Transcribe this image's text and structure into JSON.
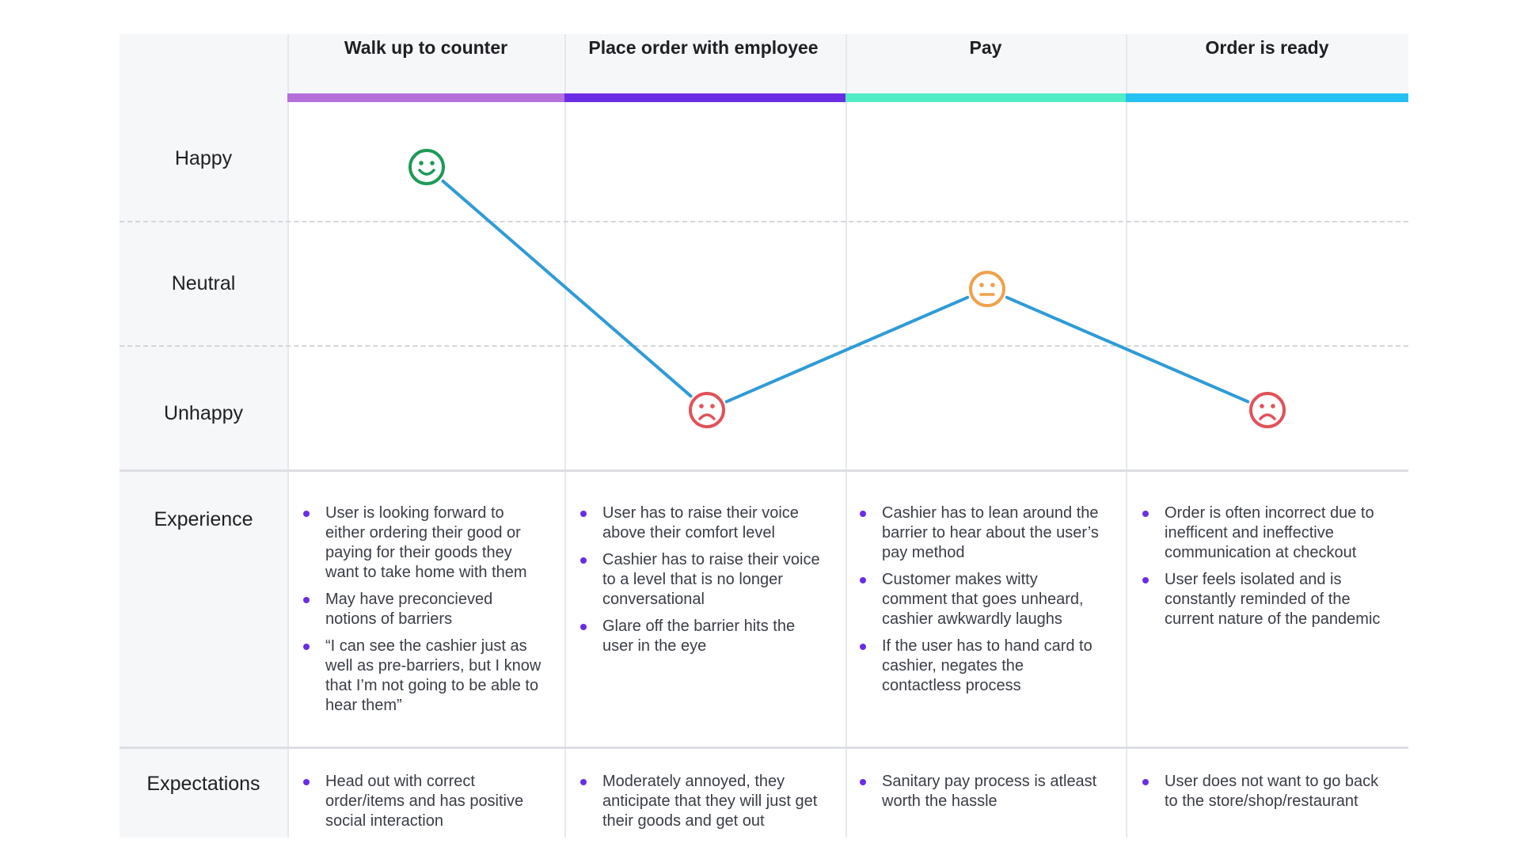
{
  "stages": [
    {
      "title": "Walk up to counter",
      "color": "#b56fdb"
    },
    {
      "title": "Place order with employee",
      "color": "#6b2de4"
    },
    {
      "title": "Pay",
      "color": "#52ecc6"
    },
    {
      "title": "Order is ready",
      "color": "#25c1f3"
    }
  ],
  "emotion_levels": [
    "Happy",
    "Neutral",
    "Unhappy"
  ],
  "chart_data": {
    "type": "line",
    "categories": [
      "Walk up to counter",
      "Place order with employee",
      "Pay",
      "Order is ready"
    ],
    "y_categories": [
      "Unhappy",
      "Neutral",
      "Happy"
    ],
    "values": [
      3,
      1,
      2,
      1
    ],
    "point_icons": [
      "happy-face",
      "sad-face",
      "neutral-face",
      "sad-face"
    ],
    "point_colors": [
      "#1e9a58",
      "#e0525a",
      "#f0a04b",
      "#e0525a"
    ],
    "line_color": "#2f9bd7",
    "grid": "dashed horizontal separators between levels"
  },
  "rows": {
    "experience": {
      "label": "Experience",
      "columns": [
        [
          "User is looking forward to either ordering their good or paying for their goods they want to take home with them",
          "May have preconcieved notions of barriers",
          "“I can see the cashier just as well as pre-barriers, but I know that I’m not going to be able to hear them”"
        ],
        [
          "User has to raise their voice above their comfort level",
          "Cashier has to raise their voice to a level that is no longer conversational",
          "Glare off the barrier hits the user in the eye"
        ],
        [
          "Cashier has to lean around the barrier to hear about the user’s pay method",
          "Customer makes witty comment that goes unheard, cashier awkwardly laughs",
          "If the user has to hand card to cashier, negates the contactless process"
        ],
        [
          "Order is often incorrect due to inefficent and ineffective communication at checkout",
          "User feels isolated and is constantly reminded of the current nature of the pandemic"
        ]
      ]
    },
    "expectations": {
      "label": "Expectations",
      "columns": [
        [
          "Head out with correct order/items and has positive social interaction"
        ],
        [
          "Moderately annoyed, they anticipate that they will just get their goods and get out"
        ],
        [
          "Sanitary pay process is atleast worth the hassle"
        ],
        [
          "User does not want to go back to the store/shop/restaurant"
        ]
      ]
    }
  }
}
